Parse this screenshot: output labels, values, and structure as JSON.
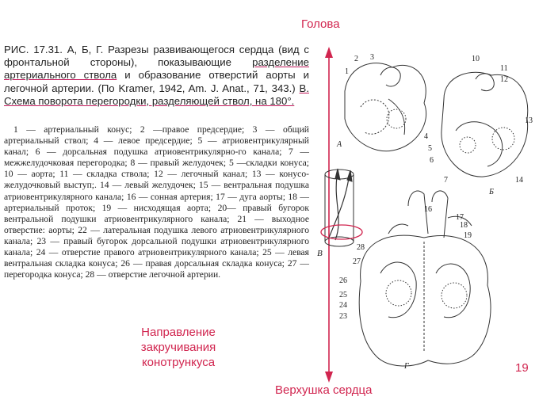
{
  "slide": {
    "label_head": "Голова",
    "label_apex": "Верхушка сердца",
    "label_direction": [
      "Направление",
      "закручивания",
      "конотрункуса"
    ],
    "slide_number": "19"
  },
  "caption": {
    "part1": "РИС. 17.31. А, Б, Г. Разрезы развивающегося сердца (вид с фронтальной стороны), показывающие ",
    "underlined1": "разделение артериального ствола",
    "part2": " и образование отверстий аорты и легочной артерии. (По Kramer, 1942, Am. J. Anat., 71, 343.) ",
    "underlined2": "В. Схема поворота перегородки, разделяющей ствол, на 180°."
  },
  "legend": {
    "text": "1 — артериальный конус; 2 —правое предсердие; 3 — общий артериальный ствол; 4 — левое предсердие; 5 — атриовентрикулярный канал; 6 — дорсальная подушка атриовентрикулярно-го канала; 7 — межжелудочковая перегородка; 8 — правый желудочек; 5 —складки конуса; 10 — аорта; 11 — складка ствола; 12 — легочный канал; 13 — конусо-желудочковый выступ;. 14 — левый желудочек; 15 — вентральная подушка атриовентрикулярного канала; 16 — сонная артерия; 17 — дуга аорты; 18 — артериальный проток; 19 — нисходящая аорта; 20— правый бугорок вентральной подушки атриовентрикулярного канала; 21 — выходное отверстие: аорты; 22 — латеральная подушка левого атриовентрикулярного канала; 23 — правый бугорок дорсальной подушки атриовентрикулярного канала; 24 — отверстие правого атриовентрикулярного канала; 25 — левая вентральная складка конуса; 26 — правая дорсальная складка конуса; 27 — перегородка конуса; 28 — отверстие легочной артерии."
  },
  "figure": {
    "panel_labels": [
      "А",
      "Б",
      "В",
      "Г"
    ],
    "numbers_a": [
      "2",
      "3",
      "1",
      "4",
      "5",
      "6"
    ],
    "numbers_b": [
      "10",
      "11",
      "12",
      "13",
      "14",
      "7"
    ],
    "numbers_g": [
      "16",
      "17",
      "18",
      "19",
      "28",
      "27",
      "26",
      "25",
      "24",
      "23"
    ]
  },
  "colors": {
    "accent": "#d1254f",
    "underline": "#c2185b"
  }
}
